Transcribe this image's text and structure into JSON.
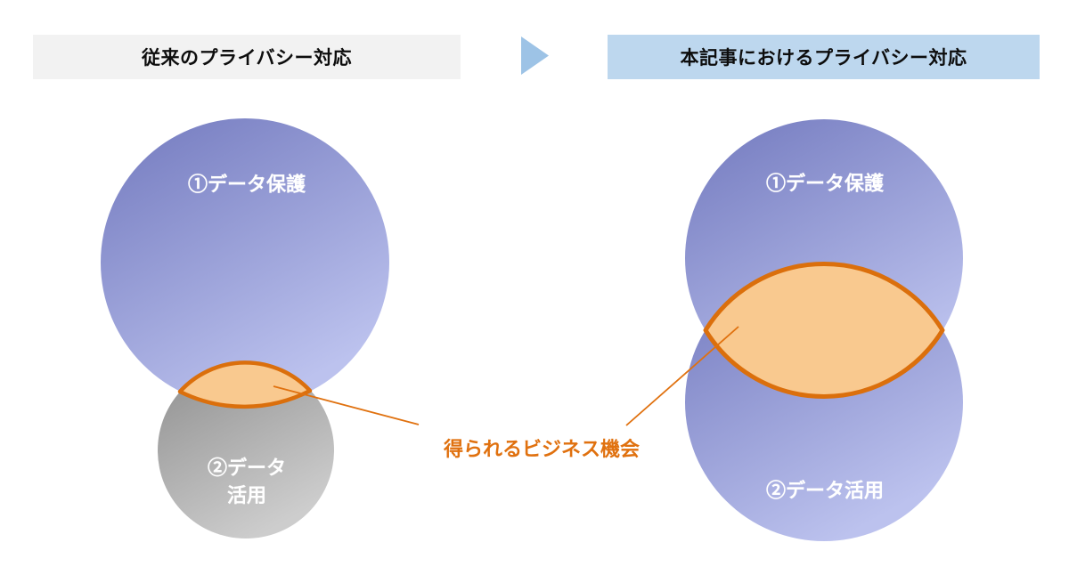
{
  "left_panel": {
    "header": "従来のプライバシー対応",
    "circle1_label": "①データ保護",
    "circle2_label_line1": "②データ",
    "circle2_label_line2": "活用"
  },
  "right_panel": {
    "header": "本記事におけるプライバシー対応",
    "circle1_label": "①データ保護",
    "circle2_label": "②データ活用"
  },
  "caption": "得られるビジネス機会",
  "colors": {
    "left_header_bg": "#F2F2F2",
    "right_header_bg": "#BDD7EE",
    "header_text": "#0D0D0D",
    "arrow_blue": "#9DC3E6",
    "purple_dark": "#7279BE",
    "purple_light": "#BCC2EE",
    "gray_dark": "#8F8F8F",
    "gray_light": "#CDCDCD",
    "lens_fill": "#F9C98F",
    "lens_stroke": "#DB6F0C",
    "connector_line": "#E0710F",
    "caption_text": "#E0710F",
    "circle_label_text": "#FFFFFF"
  }
}
